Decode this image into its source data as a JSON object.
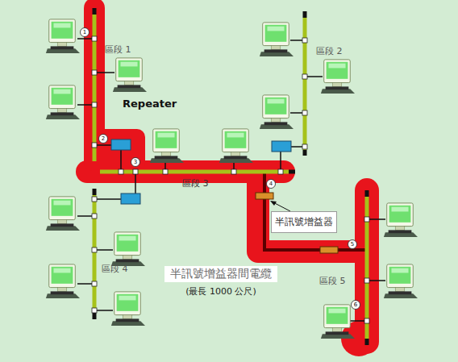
{
  "diagram": {
    "nodes": [
      {
        "text": [
          "半訊號增益器"
        ]
      },
      {
        "text": [
          "半訊號增益器間電纜",
          "(最長 1000 公尺)"
        ]
      }
    ],
    "labels": [
      "Repeater",
      "區段 1",
      "區段 2",
      "區段 3",
      "區段 4",
      "區段 5",
      "1",
      "2",
      "3",
      "4",
      "5",
      "6"
    ]
  }
}
